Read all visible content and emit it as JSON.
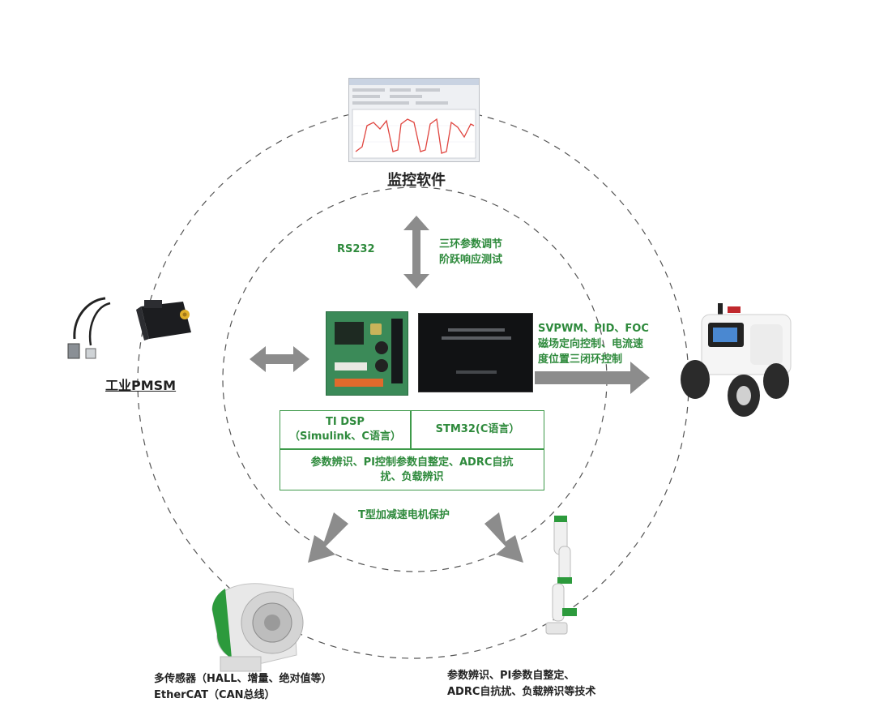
{
  "monitor": {
    "label": "监控软件"
  },
  "comm": {
    "protocol": "RS232",
    "line1": "三环参数调节",
    "line2": "阶跃响应测试"
  },
  "motor": {
    "label": "工业PMSM"
  },
  "control": {
    "line1": "SVPWM、PID、FOC",
    "line2": "磁场定向控制、电流速",
    "line3": "度位置三闭环控制"
  },
  "platforms": {
    "dsp_line1": "TI DSP",
    "dsp_line2": "（Simulink、C语言）",
    "stm32": "STM32(C语言）",
    "features_line1": "参数辨识、PI控制参数自整定、ADRC自抗",
    "features_line2": "扰、负载辨识"
  },
  "protection": "T型加减速电机保护",
  "joint": {
    "line1": "多传感器（HALL、增量、绝对值等）",
    "line2": "EtherCAT（CAN总线）"
  },
  "arm": {
    "line1": "参数辨识、PI参数自整定、",
    "line2": "ADRC自抗扰、负载辨识等技术"
  },
  "colors": {
    "accent_green": "#2e8a3c",
    "arrow_gray": "#8c8c8c",
    "dash": "#555555"
  }
}
